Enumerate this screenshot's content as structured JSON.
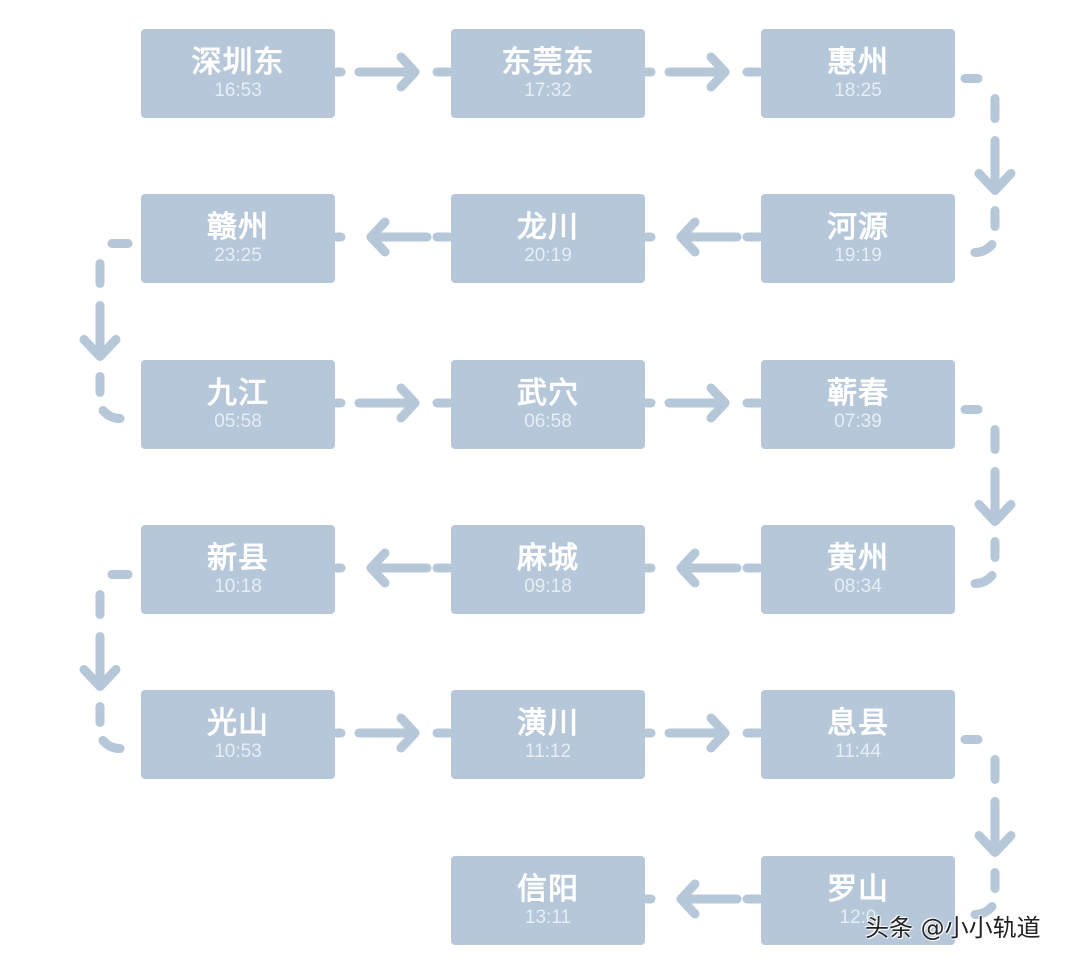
{
  "diagram": {
    "title": "",
    "stations": [
      {
        "name": "深圳东",
        "time": "16:53"
      },
      {
        "name": "东莞东",
        "time": "17:32"
      },
      {
        "name": "惠州",
        "time": "18:25"
      },
      {
        "name": "河源",
        "time": "19:19"
      },
      {
        "name": "龙川",
        "time": "20:19"
      },
      {
        "name": "赣州",
        "time": "23:25"
      },
      {
        "name": "九江",
        "time": "05:58"
      },
      {
        "name": "武穴",
        "time": "06:58"
      },
      {
        "name": "蕲春",
        "time": "07:39"
      },
      {
        "name": "黄州",
        "time": "08:34"
      },
      {
        "name": "麻城",
        "time": "09:18"
      },
      {
        "name": "新县",
        "time": "10:18"
      },
      {
        "name": "光山",
        "time": "10:53"
      },
      {
        "name": "潢川",
        "time": "11:12"
      },
      {
        "name": "息县",
        "time": "11:44"
      },
      {
        "name": "罗山",
        "time": "12:0"
      },
      {
        "name": "信阳",
        "time": "13:11"
      }
    ],
    "colors": {
      "box": "#b5c7d9",
      "connector": "#b5c7d9",
      "name_text": "#ffffff",
      "time_text": "#e6eef6"
    }
  },
  "watermark": "头条 @小小轨道"
}
